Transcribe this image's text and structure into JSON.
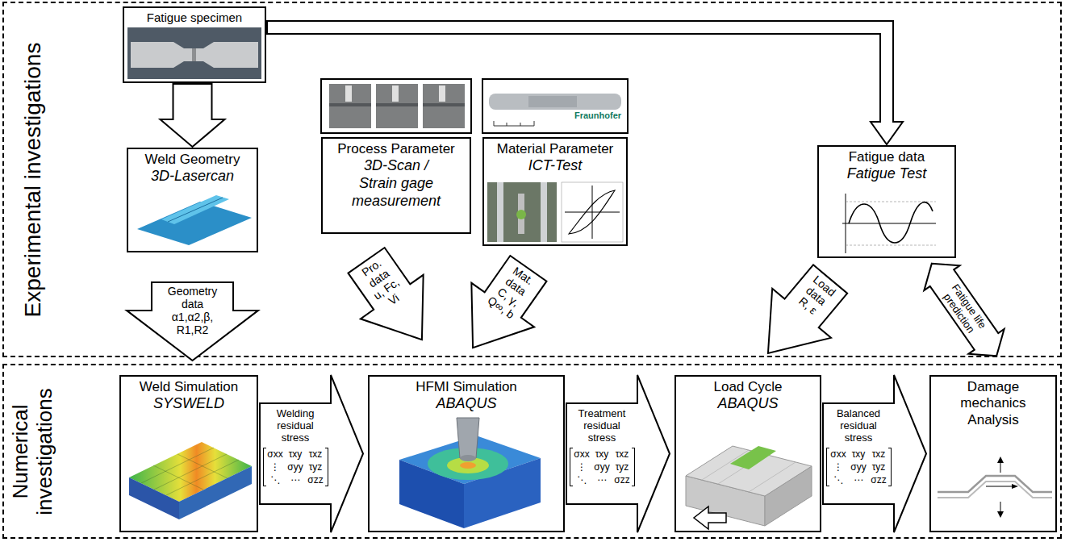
{
  "diagram": {
    "nodes": [
      {
        "text": [
          "Experimental investigations"
        ]
      },
      {
        "text": [
          "Fatigue specimen"
        ],
        "in": 0
      },
      {
        "text": [
          "Weld Geometry",
          "3D-Lasercan"
        ],
        "in": 0
      },
      {
        "text": [
          "Process Parameter",
          "3D-Scan / Strain gage measurement"
        ],
        "in": 0
      },
      {
        "text": [
          "Material Parameter",
          "ICT-Test"
        ],
        "in": 0
      },
      {
        "text": [
          "Fatigue data",
          "Fatigue Test"
        ],
        "in": 0
      },
      {
        "text": [
          "Geometry data",
          "α1,α2,β, R1,R2"
        ],
        "in": 0
      },
      {
        "text": [
          "Pro. data",
          "u, Fc, Vi"
        ],
        "in": 0
      },
      {
        "text": [
          "Mat. data",
          "C, γ, Q∞, b"
        ],
        "in": 0
      },
      {
        "text": [
          "Load data",
          "R, ε"
        ],
        "in": 0
      },
      {
        "text": [
          "Fatigue life prediction"
        ],
        "in": 0
      },
      {
        "text": [
          "Numerical investigations"
        ]
      },
      {
        "text": [
          "Weld Simulation",
          "SYSWELD"
        ],
        "in": 11
      },
      {
        "text": [
          "Welding residual stress",
          "σxx",
          "τxy",
          "τxz",
          "⋮",
          "σyy",
          "τyz",
          "⋱",
          "⋯",
          "σzz"
        ],
        "in": 11
      },
      {
        "text": [
          "HFMI Simulation",
          "ABAQUS"
        ],
        "in": 11
      },
      {
        "text": [
          "Treatment residual stress",
          "σxx",
          "τxy",
          "τxz",
          "⋮",
          "σyy",
          "τyz",
          "⋱",
          "⋯",
          "σzz"
        ],
        "in": 11
      },
      {
        "text": [
          "Load Cycle",
          "ABAQUS"
        ],
        "in": 11
      },
      {
        "text": [
          "Balanced residual stress",
          "σxx",
          "τxy",
          "τxz",
          "⋮",
          "σyy",
          "τyz",
          "⋱",
          "⋯",
          "σzz"
        ],
        "in": 11
      },
      {
        "text": [
          "Damage mechanics Analysis"
        ],
        "in": 11
      }
    ],
    "edges": [
      {
        "from": 1,
        "to": 2,
        "arrow": "to"
      },
      {
        "from": 1,
        "to": 5,
        "arrow": "to"
      }
    ],
    "labels": [
      "Fraunhofer"
    ]
  }
}
